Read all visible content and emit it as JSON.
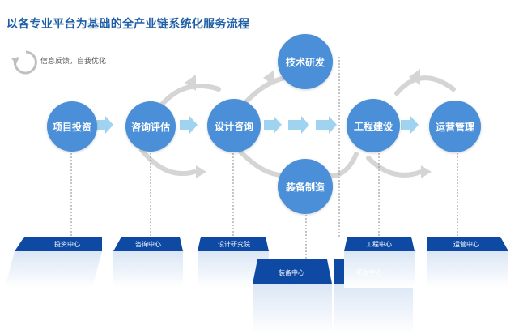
{
  "title": "以各专业平台为基础的全产业链系统化服务流程",
  "legend": {
    "text": "信息反馈，自我优化",
    "icon": "cycle-arrows-icon"
  },
  "nodes": {
    "project_investment": "项目投资",
    "consulting_evaluation": "咨询评估",
    "design_consulting": "设计咨询",
    "tech_research": "技术研发",
    "equipment_manufacturing": "装备制造",
    "engineering_construction": "工程建设",
    "operation_management": "运营管理"
  },
  "platforms": {
    "investment_center": "投资中心",
    "consulting_center": "咨询中心",
    "design_institute": "设计研究院",
    "equipment_center": "装备中心",
    "rd_center": "研发中心",
    "engineering_center": "工程中心",
    "operation_center": "运营中心"
  },
  "colors": {
    "node": "#4a8fd8",
    "title": "#1f5fa6",
    "arrow_light": "#9fd3f0",
    "arrow_grey": "#d5d5d5",
    "box_top": "#0e4aa3",
    "box_front": "#d9e4f4"
  }
}
